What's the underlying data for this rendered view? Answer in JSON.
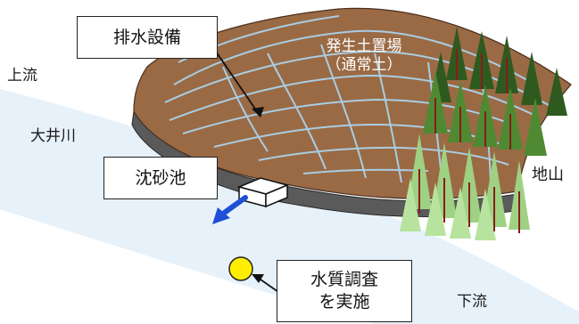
{
  "labels": {
    "upstream": "上流",
    "river": "大井川",
    "downstream": "下流",
    "mountain": "地山",
    "drainage": "排水設備",
    "basin": "沈砂池",
    "soil_line1": "発生土置場",
    "soil_line2": "（通常土）",
    "survey_line1": "水質調査",
    "survey_line2": "を実施"
  },
  "colors": {
    "river": "#e6f1fa",
    "soil": "#9a6a45",
    "drain_lines": "#8fb6cf",
    "gravel": "#555555",
    "flow_arrow": "#1f4fd6",
    "survey_point": "#ffee00",
    "forest_dark": "#2e5a1f",
    "forest_mid": "#5b9a3a",
    "forest_light": "#a6d98a"
  }
}
